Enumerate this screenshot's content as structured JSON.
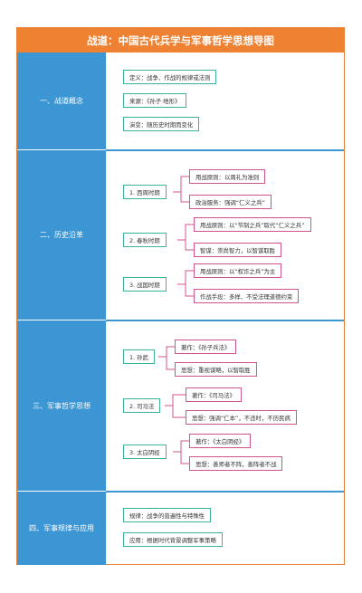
{
  "title": "战道：中国古代兵学与军事哲学思想导图",
  "colors": {
    "orange": "#ef8132",
    "blue": "#3d96d4",
    "teal": "#3bb29a",
    "pink": "#d0548c"
  },
  "sections": [
    {
      "label": "一、战道概念",
      "items": [
        "定义：战争、作战的规律或法则",
        "来源：《孙子·地形》",
        "演变：随历史时期而变化"
      ]
    },
    {
      "label": "二、历史沿革",
      "groups": [
        {
          "label": "1. 西周时期",
          "items": [
            "用战原则：以周礼为准则",
            "政治服务：强调“仁义之兵”"
          ]
        },
        {
          "label": "2. 春秋时期",
          "items": [
            "用战原则：以“节制之兵”取代“仁义之兵”",
            "智谋：崇尚智力，以智谋取胜"
          ]
        },
        {
          "label": "3. 战国时期",
          "items": [
            "用战原则：以“权诈之兵”为主",
            "作战手段：多样、不受法理道德约束"
          ]
        }
      ]
    },
    {
      "label": "三、军事哲学思想",
      "groups": [
        {
          "label": "1. 孙武",
          "items": [
            "著作：《孙子兵法》",
            "思想：重视谋略，以智取胜"
          ]
        },
        {
          "label": "2. 司马法",
          "items": [
            "著作：《司马法》",
            "思想：强调“仁本”，不违时，不历民病"
          ]
        },
        {
          "label": "3. 太白阴经",
          "items": [
            "著作：《太白阴经》",
            "思想：善师者不阵，善阵者不战"
          ]
        }
      ]
    },
    {
      "label": "四、军事规律与应用",
      "items": [
        "规律：战争的普遍性与特殊性",
        "应用：根据时代背景调整军事策略"
      ]
    }
  ]
}
